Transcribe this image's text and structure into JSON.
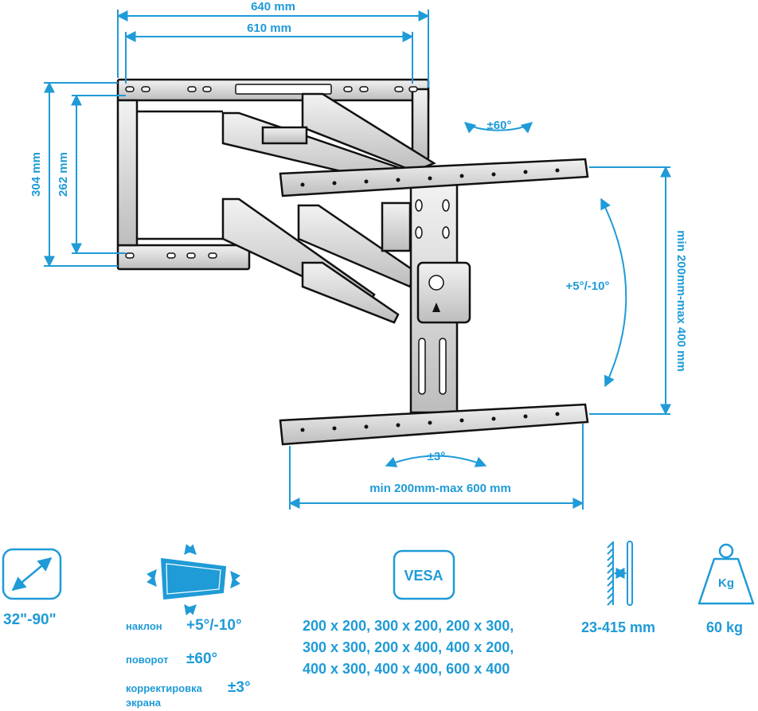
{
  "dimensions": {
    "width_outer": "640 mm",
    "width_inner": "610 mm",
    "height_outer": "304 mm",
    "height_inner": "262 mm",
    "swivel": "±60°",
    "tilt": "+5°/-10°",
    "vesa_vertical": "min 200mm-max 400 mm",
    "rotation": "±3°",
    "vesa_horizontal": "min 200mm-max 600 mm"
  },
  "specs": {
    "screen_size": "32\"-90\"",
    "tilt_label": "наклон",
    "tilt_value": "+5°/-10°",
    "swivel_label": "поворот",
    "swivel_value": "±60°",
    "level_label_1": "корректировка",
    "level_label_2": "экрана",
    "level_value": "±3°",
    "vesa_badge": "VESA",
    "vesa_lines": [
      "200 x 200, 300 x 200, 200 x 300,",
      "300 x 300, 200 x 400, 400 x 200,",
      "400 x 300, 400 x 400, 600 x 400"
    ],
    "wall_distance": "23-415 mm",
    "weight_badge": "Kg",
    "max_load": "60 kg"
  },
  "icons": {
    "screen_size": "diagonal-arrow-icon",
    "adjust": "tilt-screen-icon",
    "vesa": "vesa-icon",
    "wall": "wall-distance-icon",
    "weight": "weight-icon"
  },
  "colors": {
    "accent": "#1f9bd7",
    "metal": "#1a1a1a",
    "metal_face": "#d4d4d4"
  }
}
